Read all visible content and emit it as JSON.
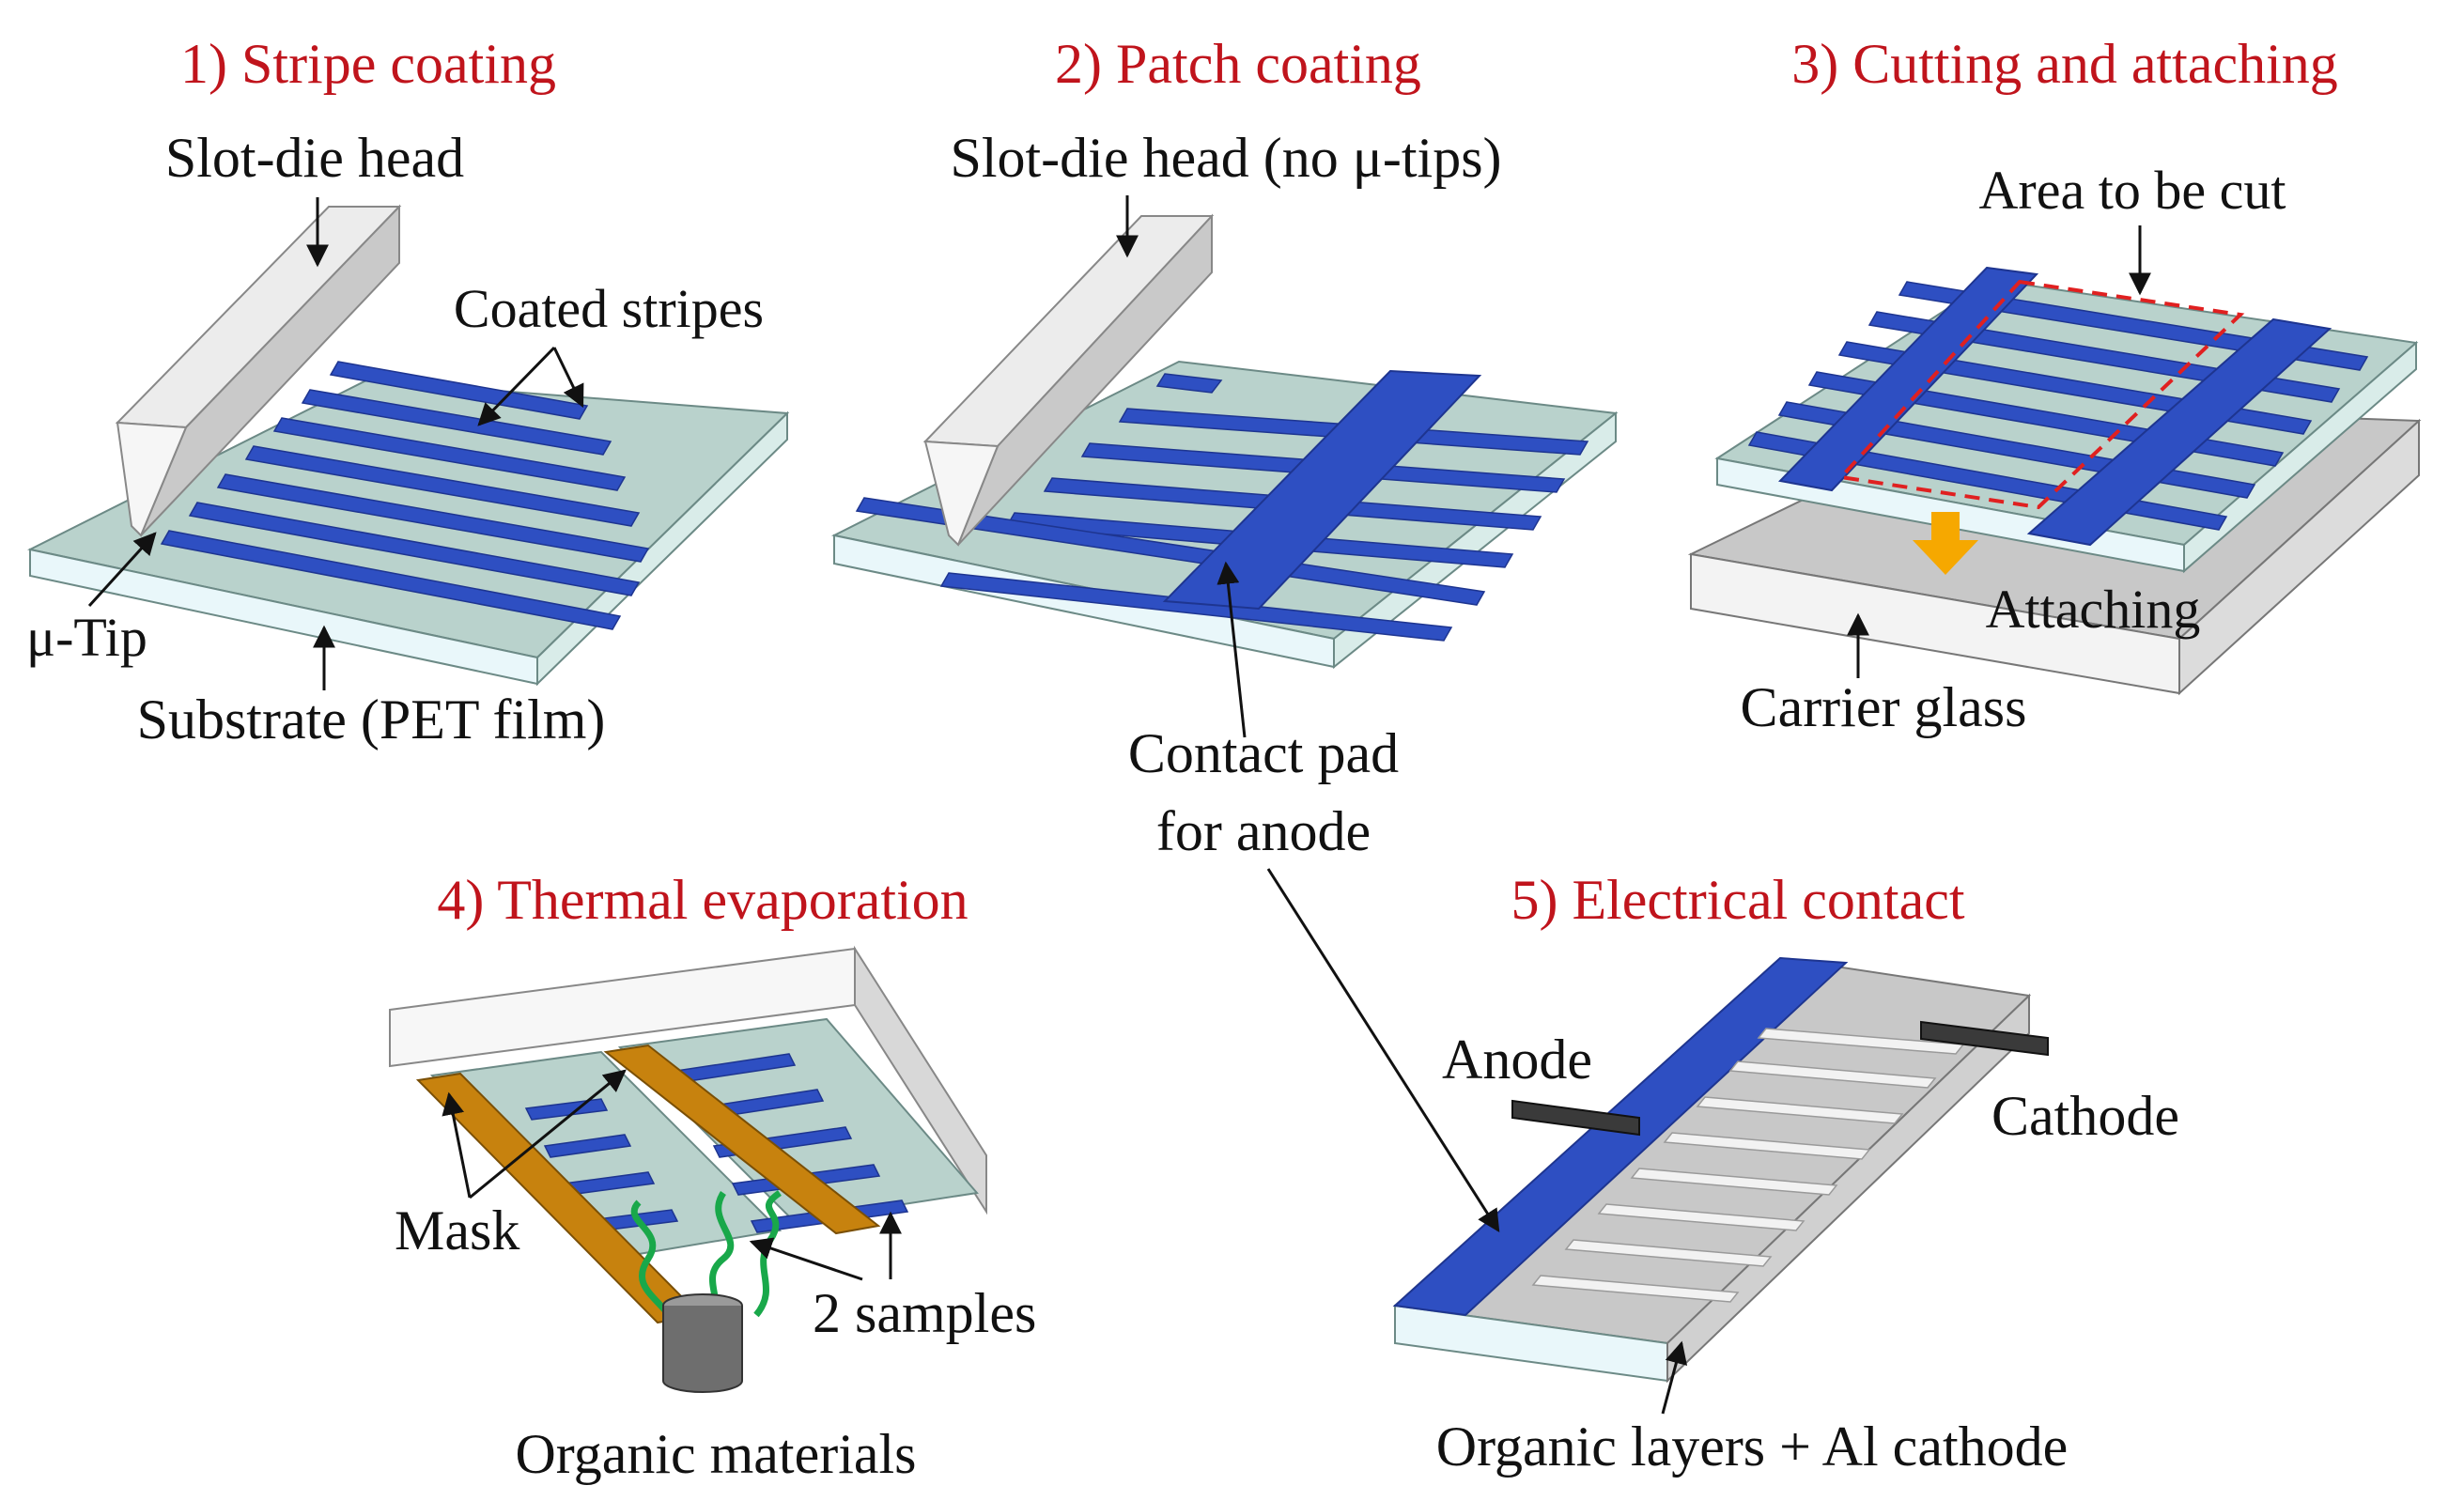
{
  "colors": {
    "title": "#c0141c",
    "text": "#111111",
    "blue": "#2e4fc2",
    "blue_side": "#1e3590",
    "substrate_top": "#b9d2cc",
    "substrate_front": "#e9f7fa",
    "head_top": "#ececec",
    "head_side": "#c9c9c9",
    "grey_top": "#c8c8c8",
    "grey_side": "#f2f2f2",
    "mask": "#c7820e",
    "vapor": "#19a84a",
    "arrow_yellow": "#f6a800",
    "cut_line": "#e02020"
  },
  "panels": {
    "p1": {
      "title": "1) Stripe coating",
      "head_label": "Slot-die head",
      "stripes_label": "Coated stripes",
      "tip_label": "μ-Tip",
      "substrate_label": "Substrate (PET film)"
    },
    "p2": {
      "title": "2) Patch coating",
      "head_label": "Slot-die head (no μ-tips)",
      "pad_label_line1": "Contact pad",
      "pad_label_line2": "for anode"
    },
    "p3": {
      "title": "3) Cutting and attaching",
      "cut_label": "Area to be cut",
      "attach_label": "Attaching",
      "glass_label": "Carrier glass"
    },
    "p4": {
      "title": "4) Thermal evaporation",
      "mask_label": "Mask",
      "samples_label": "2 samples",
      "materials_label": "Organic materials"
    },
    "p5": {
      "title": "5) Electrical contact",
      "anode_label": "Anode",
      "cathode_label": "Cathode",
      "layers_label": "Organic layers + Al cathode"
    }
  }
}
